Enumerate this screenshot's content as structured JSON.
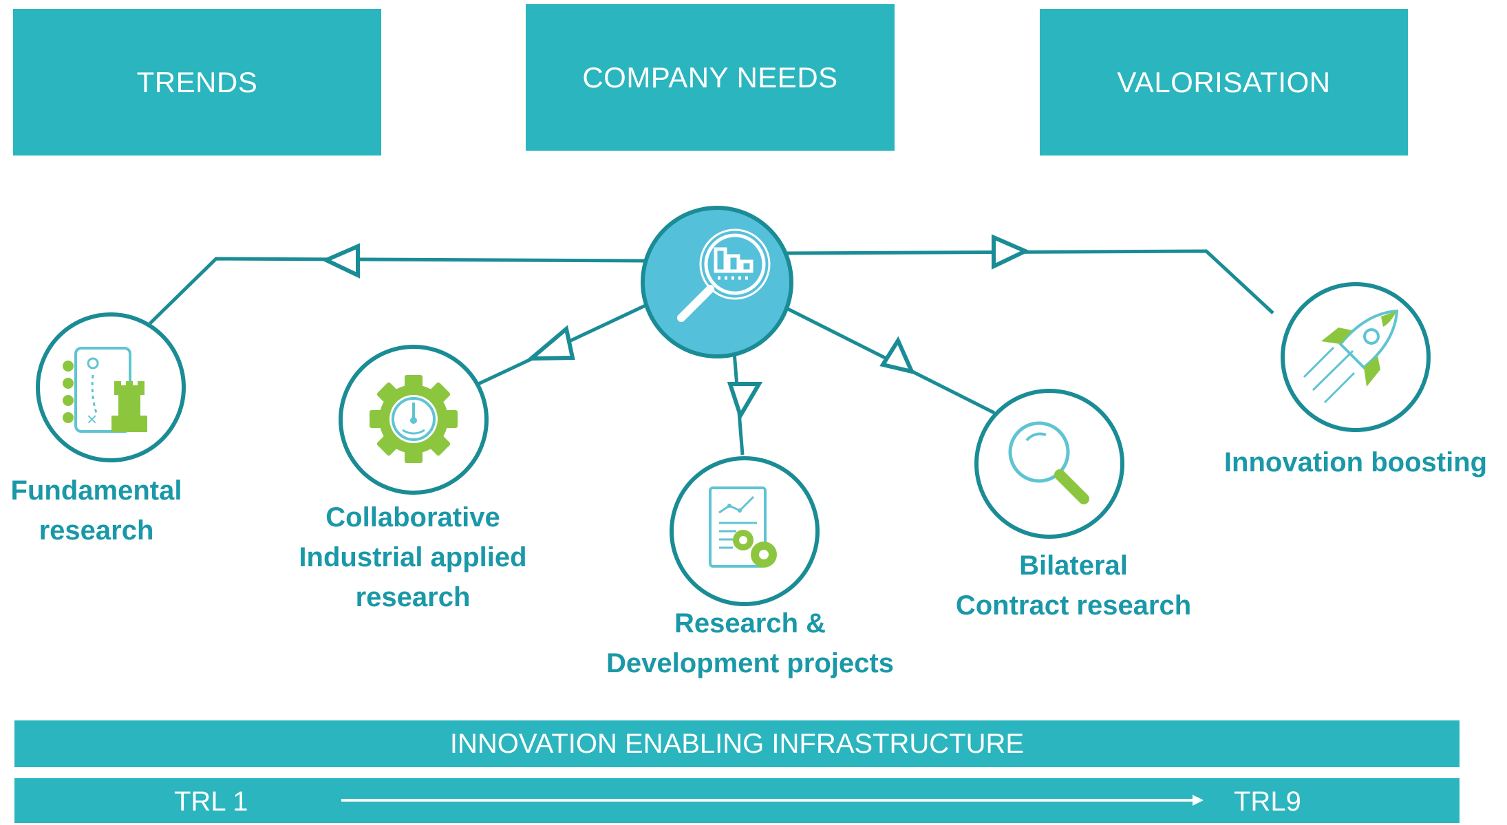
{
  "header_boxes": {
    "trends": "TRENDS",
    "company_needs": "COMPANY NEEDS",
    "valorisation": "VALORISATION"
  },
  "nodes": {
    "fundamental": [
      "Fundamental",
      "research"
    ],
    "collaborative": [
      "Collaborative",
      "Industrial applied",
      "research"
    ],
    "rnd": [
      "Research &",
      "Development projects"
    ],
    "bilateral": [
      "Bilateral",
      "Contract research"
    ],
    "innovation": [
      "Innovation boosting"
    ]
  },
  "footer": {
    "infrastructure": "INNOVATION ENABLING INFRASTRUCTURE",
    "trl_start": "TRL 1",
    "trl_end": "TRL9"
  },
  "colors": {
    "teal": "#2bb5be",
    "dark_teal": "#1a8c95",
    "label": "#1a98a8",
    "green": "#8cc63f",
    "center_fill": "#55c0d9"
  },
  "icons": {
    "center": "magnifier-chart-icon",
    "fundamental": "strategy-board-chess-rook-icon",
    "collaborative": "gear-gauge-icon",
    "rnd": "report-gears-icon",
    "bilateral": "magnifier-icon",
    "innovation": "rocket-icon"
  }
}
